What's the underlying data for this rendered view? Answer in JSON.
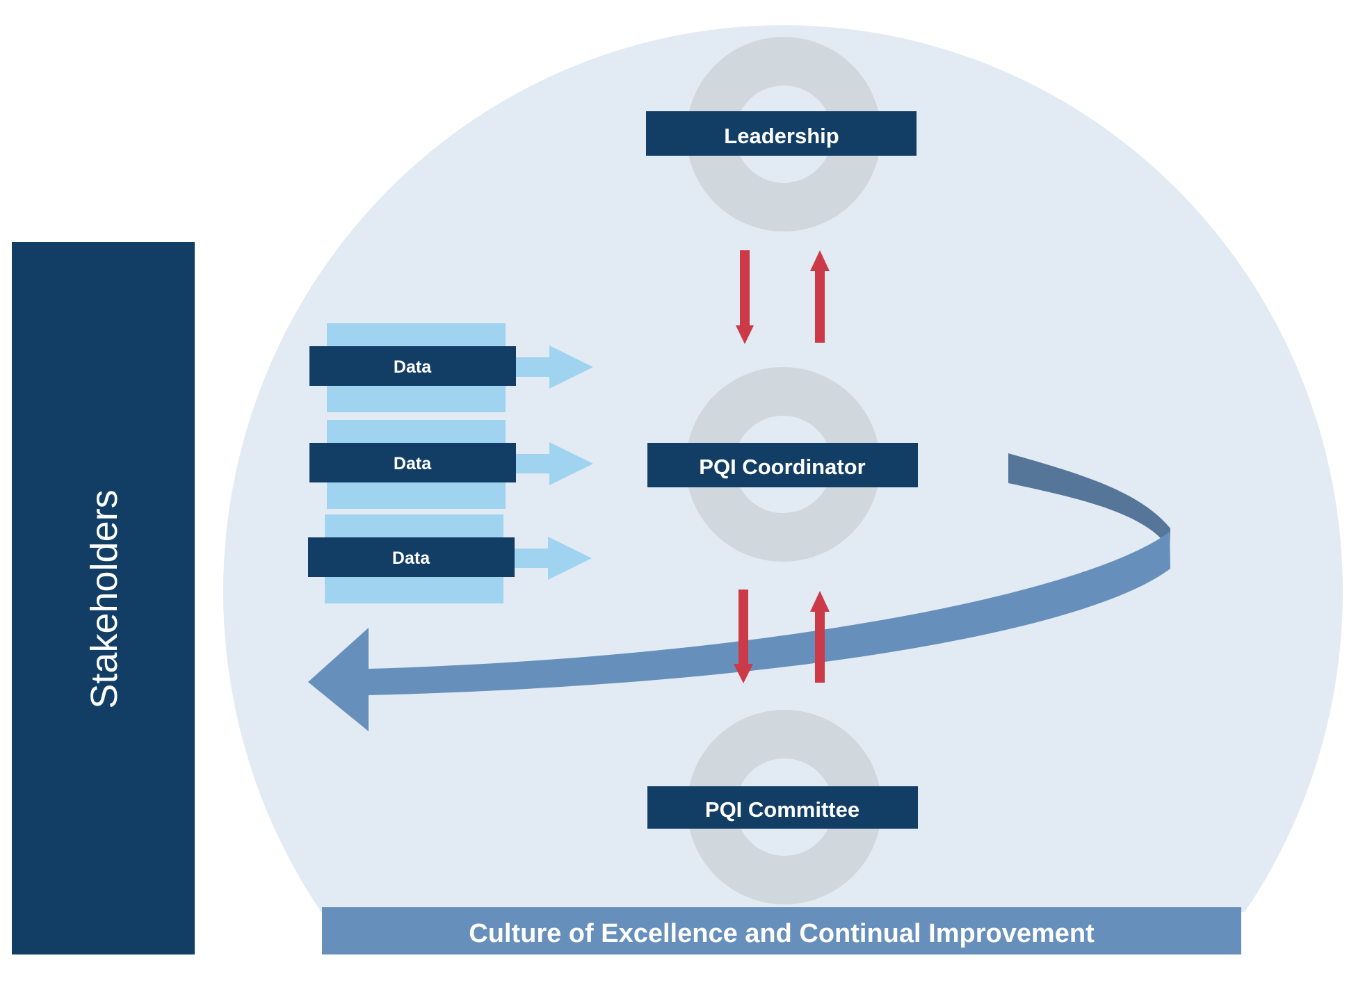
{
  "sidebar": {
    "label": "Stakeholders"
  },
  "roles": {
    "leadership": "Leadership",
    "coordinator": "PQI Coordinator",
    "committee": "PQI Committee"
  },
  "data_inputs": [
    {
      "label": "Data"
    },
    {
      "label": "Data"
    },
    {
      "label": "Data"
    }
  ],
  "foundation": {
    "label": "Culture of Excellence and Continual Improvement"
  },
  "colors": {
    "navy": "#123e66",
    "dome": "#e2eaf4",
    "ring": "#d0d8de",
    "light_blue": "#9fd3f0",
    "steel_blue": "#6690bb",
    "red_arrow": "#cc3a47"
  }
}
